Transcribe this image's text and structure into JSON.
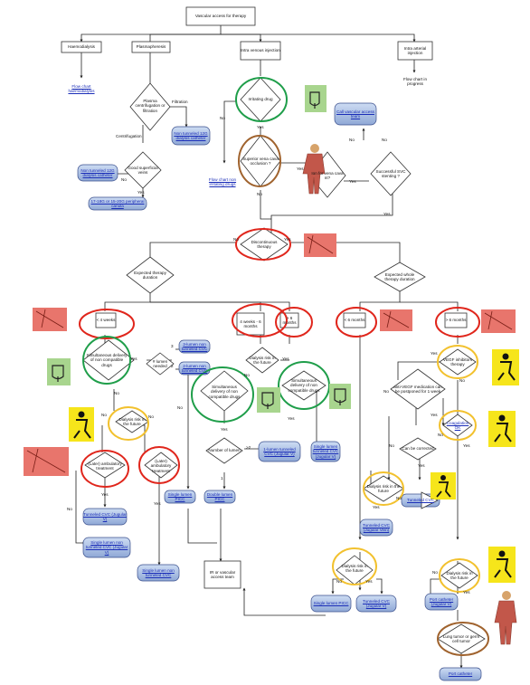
{
  "root": "Vascular access for therapy",
  "branches": {
    "haemodialysis": "Haemodialysis",
    "plasmapheresis": "Plasmapheresis",
    "iv_injection": "Intra venous injection",
    "intra_arterial": "Intra arterial injection"
  },
  "nodes": {
    "flow_haemodialysis": "Flow chart haemodialysis",
    "plasma_q": "Plasma centrifugation or filtration",
    "filtration": "Filtration",
    "centrifugation": "Centrifugation",
    "non_tunneled_12g_filtration": "Non tunneled 12G dialysis catheter",
    "good_veins_q": "Good superficial veins",
    "non_tunneled_12g_centri": "Non tunneled 12G dialysis catheter",
    "cannula": "17-18G or 15-20G peripheral canula",
    "irritating_q": "Irritating drug",
    "flow_nonirritating": "Flow chart non irritating drugs",
    "svc_q": "Superior vena cava occlusion ?",
    "call_team": "Call vascular access team",
    "ion_q": "Ion for vena cava nt?",
    "svc_stenting_q": "Successful SVC stenting ?",
    "flow_progress": "Flow chart in progress",
    "discontinuous_q": "Discontinuous therapy",
    "expected_duration_q": "Expected therapy duration",
    "expected_whole_q": "Expected whole therapy duration",
    "lt4w": "< 4 weeks",
    "w4_6m": "4 weeks - 6 months",
    "gt6m_mid": "> 6 months",
    "lt6m": "< 6 months",
    "gt6m_right": "> 6 months",
    "simul_noncompat_left": "Simultaneous delivery of non compatible drugs",
    "lumen_needed_q": "# lumen needed",
    "three_lumen_nontunneled": "3-lumen non tunneled CVC",
    "two_lumen_nontunneled": "2-lumen non tunneled CVC",
    "dialysis_risk_left": "Dialysis risk in the future",
    "later_ambulatory_left": "(Later) ambulatory treatment",
    "later_ambulatory_mid": "(Later) ambulatory treatment",
    "tunneled_jugular_left": "Tunneled CVC (Jugular V)",
    "single_nontunneled_jugular": "Single lumen non tunneled CVC (Jugular V)",
    "single_nontunneled_cvc": "Single lumen non tunneled CVC",
    "dialysis_risk_mid": "Dialysis risk in the future",
    "simul_noncompat_mid": "Simultaneous delivery of non compatible drugs",
    "simul_noncompat_6m": "Simultaneous delivery of non compatible drugs",
    "number_lumen_q": "Number of lumen",
    "single_picc": "Single lumen PICC",
    "double_picc": "Double lumen PICC",
    "tunneled_1lumen": "1-lumen tunneled CVC (Jugular V)",
    "single_tunneled_6m": "Single lumen tunneled CVC (Jugular V)",
    "ir_team": "IR or vascular access team",
    "vegf_q": "VEGF inhibitors therapy",
    "anti_vegf_q": "anti-VEGF medication can be postponed for 1 week",
    "coagulation_q": "Coagulation OK",
    "can_correct_q": "Can be corrected",
    "dialysis_risk_right": "Dialysis risk in the future",
    "tunneled_right_small": "Tunneled CVC",
    "tunneled_jugular_vein": "Tunneled CVC (Jugular Vein)",
    "dialysis_risk_bottom": "Dialysis risk in the future",
    "single_picc_bottom": "Single lumen PICC",
    "tunneled_jugular_bottom": "Tunneled CVC (Jugular V)",
    "dialysis_risk_far": "Dialysis risk in the future",
    "port_jugular": "Port catheter (Jugular V)",
    "lung_tumor_q": "Lung tumor or germ cell tumor",
    "port_catheter": "Port catheter"
  },
  "edges": {
    "yes": "Yes",
    "no": "No",
    "three": "3",
    "two": "2",
    "one": "1",
    "gt2": ">2"
  },
  "icons": [
    "drip-bag-icon",
    "body-anatomy-icon",
    "calendar-icon",
    "patient-icon"
  ],
  "colors": {
    "box_fill": "#a9c0e4",
    "box_stroke": "#3a4f8c",
    "diamond_fill": "#ffffff",
    "line": "#222222",
    "circle_green": "#1f9e4a",
    "circle_red": "#e0261c",
    "circle_yellow": "#f2c12e",
    "circle_brown": "#a0632e",
    "link": "#1a2db8"
  }
}
